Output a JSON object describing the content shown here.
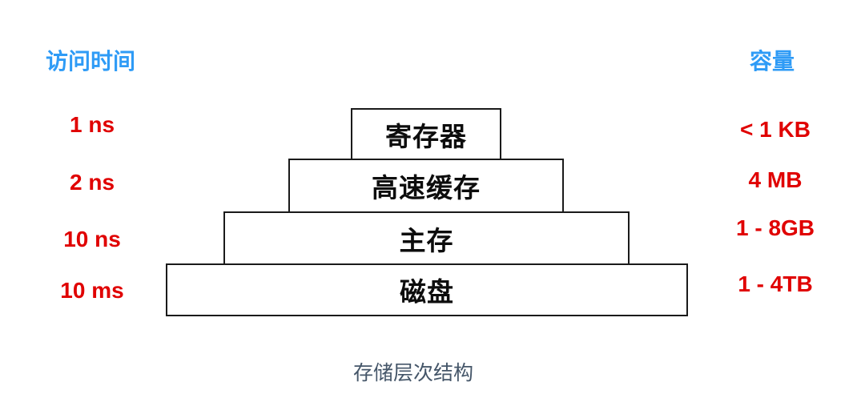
{
  "diagram": {
    "caption": "存储层次结构",
    "left_header": "访问时间",
    "right_header": "容量",
    "levels": [
      {
        "name": "寄存器",
        "access_time": "1 ns",
        "capacity": "< 1 KB"
      },
      {
        "name": "高速缓存",
        "access_time": "2 ns",
        "capacity": "4 MB"
      },
      {
        "name": "主存",
        "access_time": "10 ns",
        "capacity": "1 - 8GB"
      },
      {
        "name": "磁盘",
        "access_time": "10 ms",
        "capacity": "1 - 4TB"
      }
    ],
    "colors": {
      "bg": "#ffffff",
      "header_blue": "#2e9bf6",
      "value_red": "#e00000",
      "box_border": "#1a1a1a",
      "caption_gray": "#455669"
    }
  }
}
